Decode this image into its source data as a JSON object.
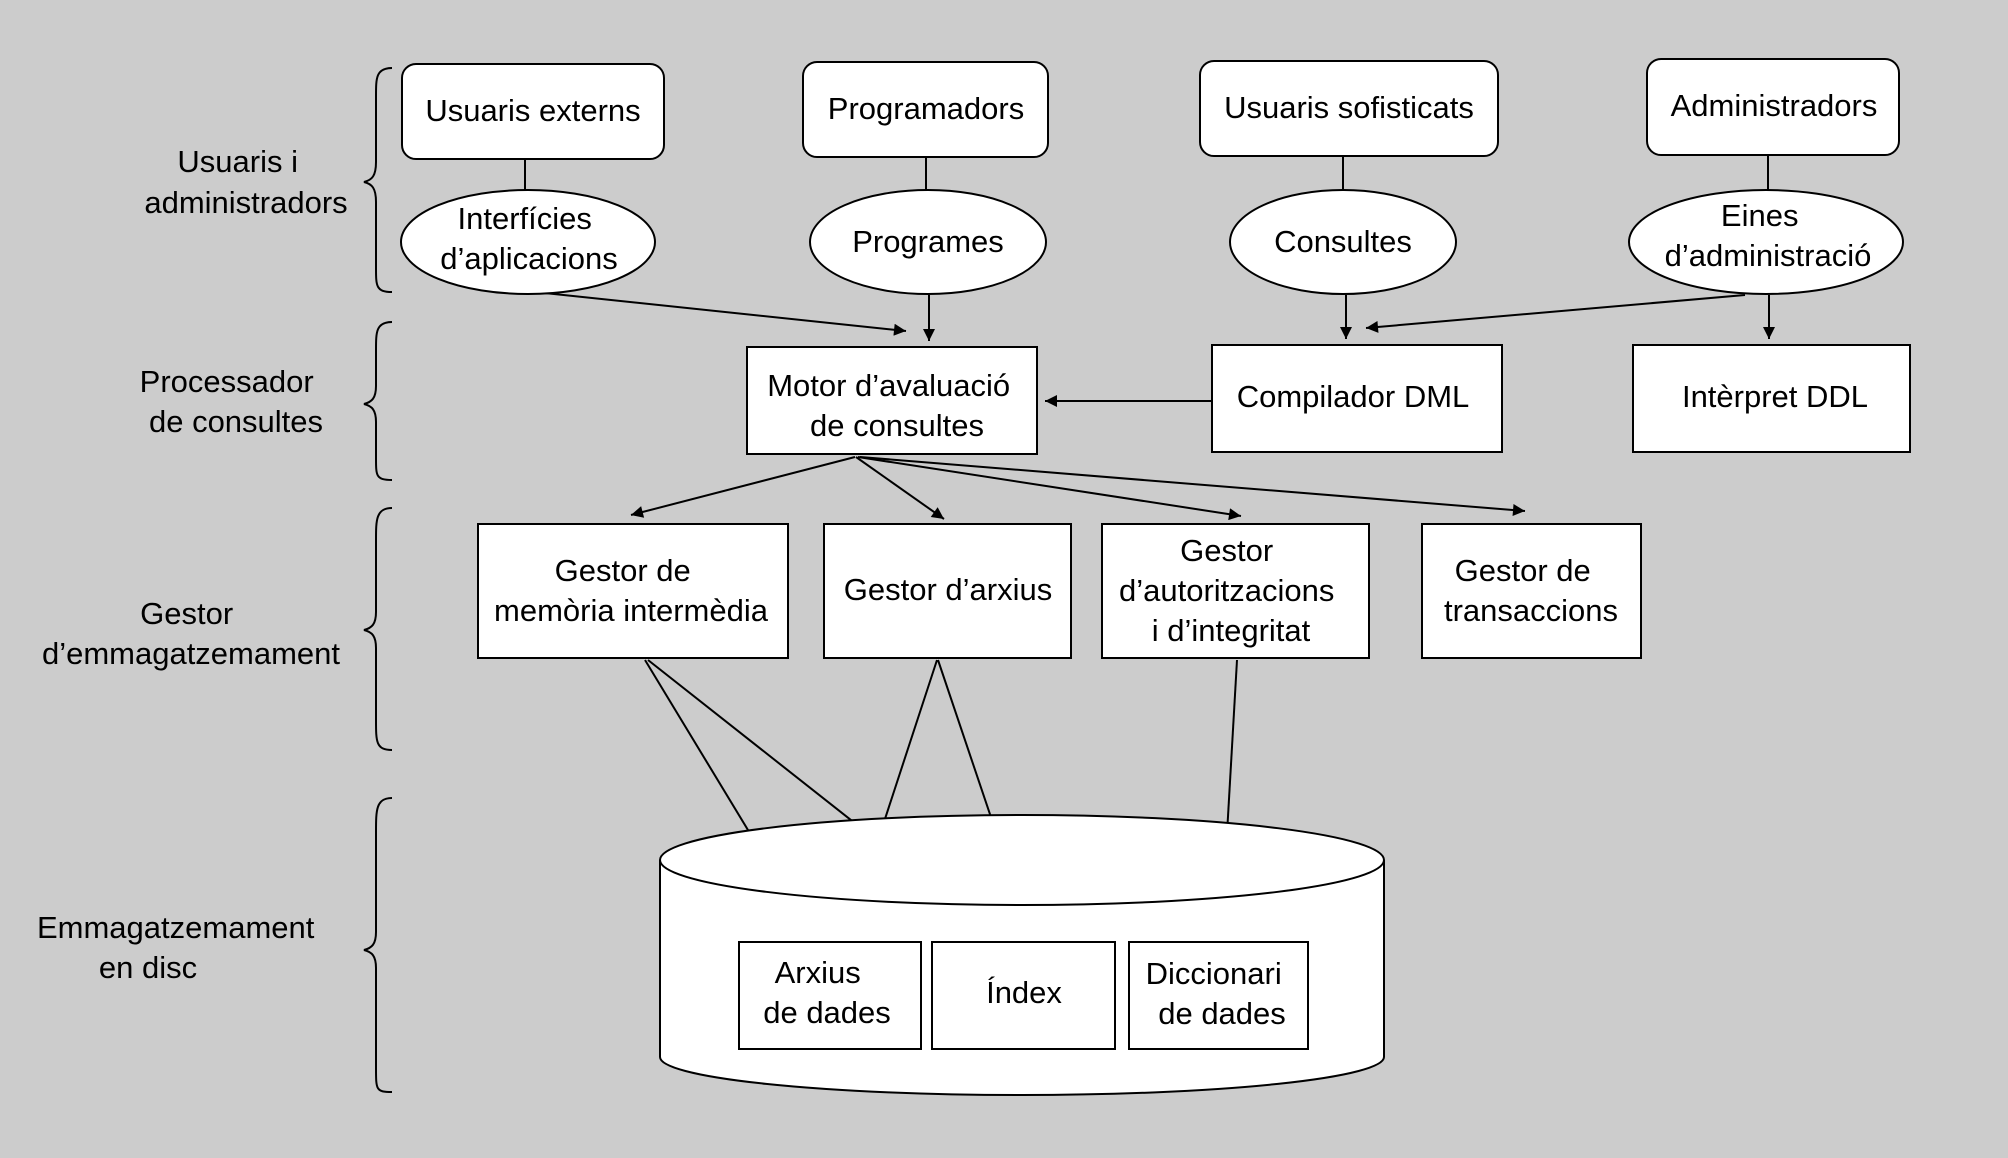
{
  "colors": {
    "background": "#cccccc",
    "box_fill": "#ffffff",
    "stroke": "#000000"
  },
  "layers": {
    "users": [
      "Usuaris i",
      "administradors"
    ],
    "query_processor": [
      "Processador",
      "de consultes"
    ],
    "storage_manager": [
      "Gestor",
      "d’emmagatzemament"
    ],
    "disk_storage": [
      "Emmagatzemament",
      "en disc"
    ]
  },
  "users": {
    "external": "Usuaris externs",
    "programmers": "Programadors",
    "sophisticated": "Usuaris sofisticats",
    "administrators": "Administradors"
  },
  "tools": {
    "app_interfaces": [
      "Interfícies",
      "d’aplicacions"
    ],
    "programs": "Programes",
    "queries": "Consultes",
    "admin_tools": [
      "Eines",
      "d’administració"
    ]
  },
  "processor": {
    "query_engine": [
      "Motor d’avaluació",
      "de consultes"
    ],
    "dml_compiler": "Compilador DML",
    "ddl_interpreter": "Intèrpret DDL"
  },
  "managers": {
    "buffer": [
      "Gestor de",
      "memòria intermèdia"
    ],
    "file": "Gestor d’arxius",
    "authorization": [
      "Gestor",
      "d’autoritzacions",
      "i d’integritat"
    ],
    "transaction": [
      "Gestor de",
      "transaccions"
    ]
  },
  "disk": {
    "data_files": [
      "Arxius",
      "de dades"
    ],
    "index": "Índex",
    "data_dictionary": [
      "Diccionari",
      "de dades"
    ]
  }
}
